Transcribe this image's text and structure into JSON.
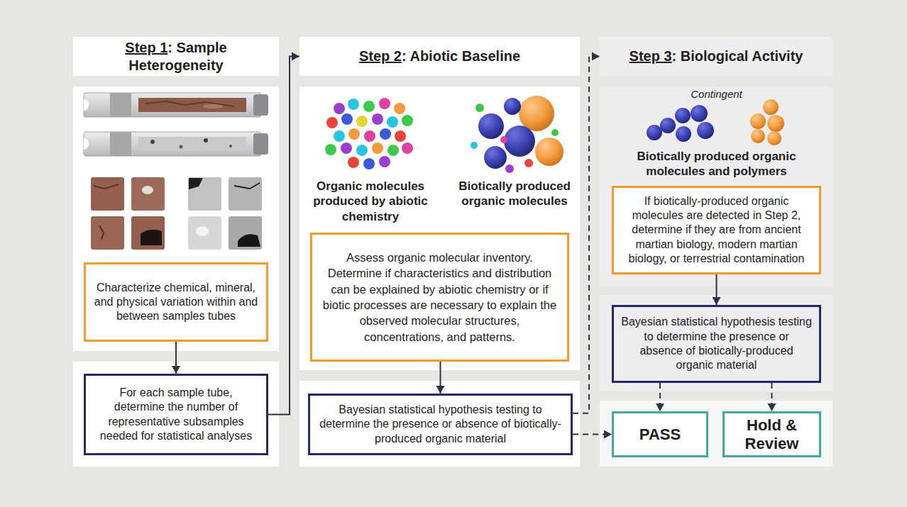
{
  "diagram": {
    "nodes": [
      {
        "text": [
          "Step 1",
          ": Sample Heterogeneity"
        ]
      },
      {
        "text": [
          "Characterize chemical, mineral, and physical variation within and between samples tubes"
        ]
      },
      {
        "text": [
          "For each sample tube, determine the number of representative subsamples needed for statistical analyses"
        ]
      },
      {
        "text": [
          "Step 2",
          ": Abiotic Baseline"
        ]
      },
      {
        "text": [
          "Assess organic molecular inventory. Determine if characteristics and distribution can be explained by abiotic chemistry or if biotic processes are necessary to explain the observed molecular structures, concentrations, and patterns."
        ]
      },
      {
        "text": [
          "Bayesian statistical hypothesis testing to determine the presence or absence of biotically-produced organic material"
        ]
      },
      {
        "text": [
          "Step 3",
          ": Biological Activity"
        ]
      },
      {
        "text": [
          "If biotically-produced organic molecules are detected in Step 2, determine if they are from ancient martian biology, modern martian biology, or terrestrial contamination"
        ]
      },
      {
        "text": [
          "Bayesian statistical hypothesis testing to determine the presence or absence of biotically-produced organic material"
        ]
      },
      {
        "text": [
          "PASS"
        ]
      },
      {
        "text": [
          "Hold & Review"
        ]
      }
    ],
    "edges": [
      {
        "from": 1,
        "to": 2,
        "arrow": "to"
      },
      {
        "from": 2,
        "to": 3,
        "arrow": "to"
      },
      {
        "from": 4,
        "to": 5,
        "arrow": "to"
      },
      {
        "from": 5,
        "to": 6,
        "arrow": "to"
      },
      {
        "from": 5,
        "to": 9,
        "arrow": "to"
      },
      {
        "from": 7,
        "to": 8,
        "arrow": "to"
      },
      {
        "from": 8,
        "to": 9,
        "arrow": "to"
      },
      {
        "from": 8,
        "to": 10,
        "arrow": "to"
      }
    ],
    "labels": [
      "Organic molecules produced by abiotic chemistry",
      "Biotically produced organic molecules",
      "Contingent",
      "Biotically produced organic molecules and polymers"
    ]
  }
}
